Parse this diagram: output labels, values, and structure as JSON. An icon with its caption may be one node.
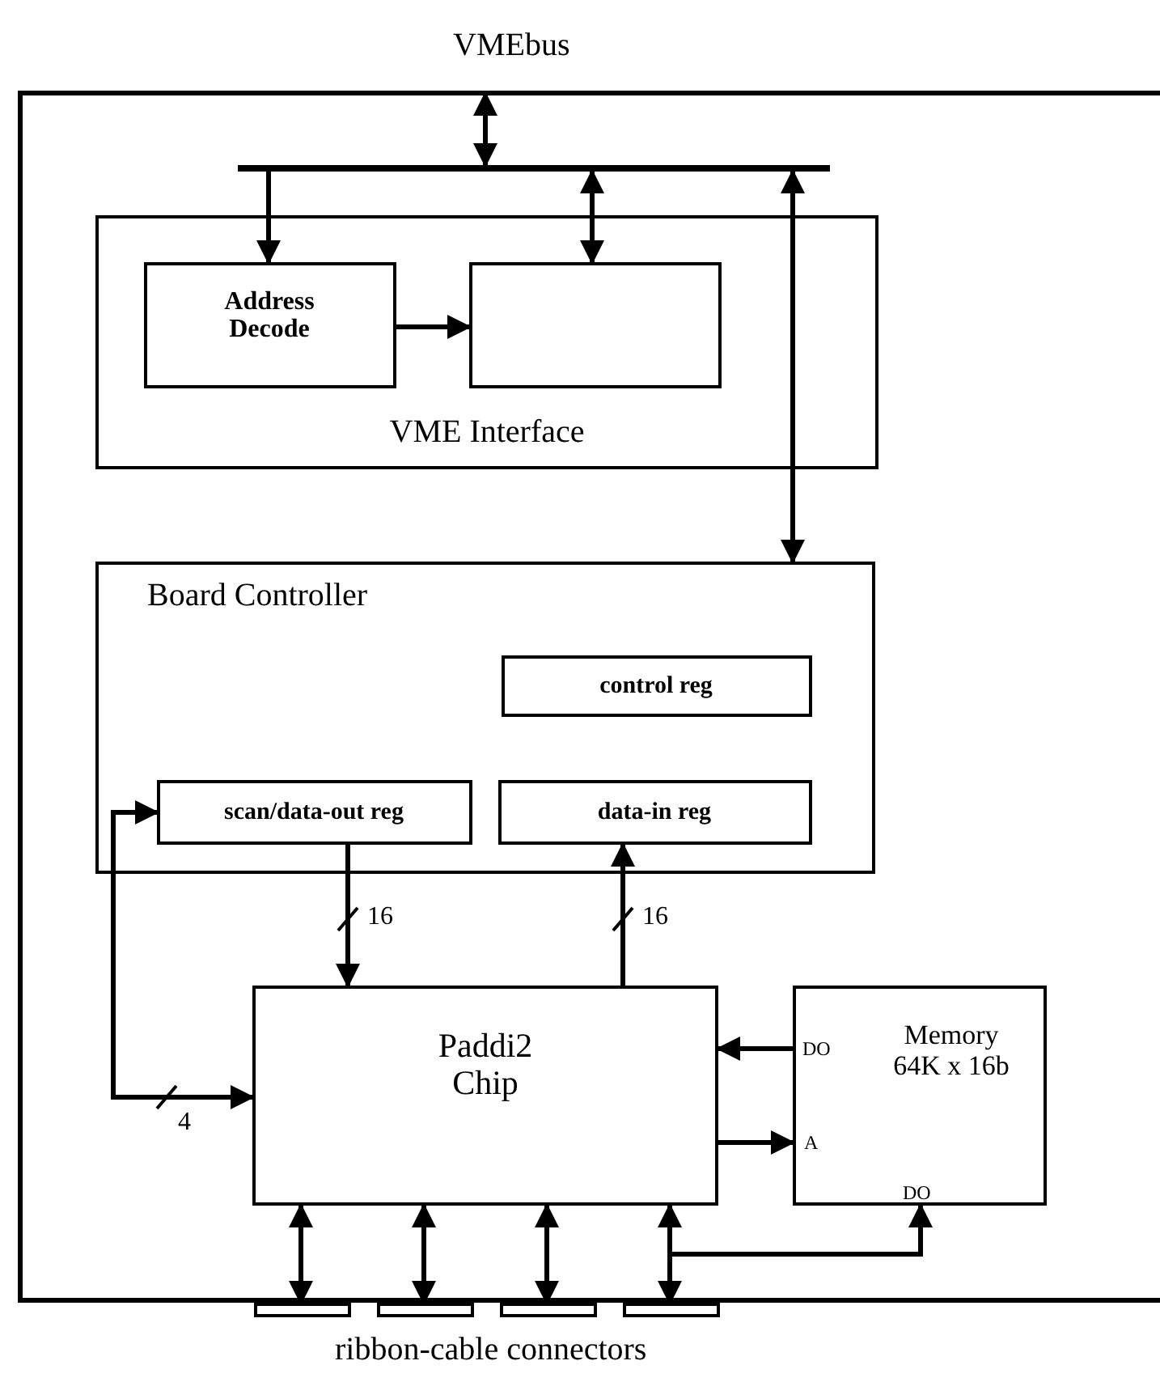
{
  "diagram": {
    "nodes": [
      {
        "text": [],
        "shape": "box"
      },
      {
        "text": [],
        "shape": "bar",
        "in": 0
      },
      {
        "text": [
          "VME Interface"
        ],
        "in": 0
      },
      {
        "text": [
          "Address Decode"
        ],
        "in": 2
      },
      {
        "text": [],
        "shape": "box",
        "in": 2
      },
      {
        "text": [
          "Board Controller"
        ],
        "in": 0
      },
      {
        "text": [
          "control reg"
        ],
        "in": 5
      },
      {
        "text": [
          "scan/data-out reg"
        ],
        "in": 5
      },
      {
        "text": [
          "data-in reg"
        ],
        "in": 5
      },
      {
        "text": [
          "Paddi2 Chip"
        ],
        "in": 0
      },
      {
        "text": [
          "Memory 64K x 16b"
        ],
        "in": 0
      },
      {
        "text": [],
        "shape": "box"
      },
      {
        "text": [],
        "shape": "box"
      },
      {
        "text": [],
        "shape": "box"
      },
      {
        "text": [],
        "shape": "box"
      }
    ],
    "edges": [
      {
        "from": null,
        "to": 1,
        "arrow": "both"
      },
      {
        "from": 1,
        "to": 3,
        "arrow": "to"
      },
      {
        "from": 1,
        "to": 4,
        "arrow": "both"
      },
      {
        "from": 3,
        "to": 4,
        "arrow": "to"
      },
      {
        "from": 1,
        "to": 5,
        "arrow": "both"
      },
      {
        "from": 7,
        "to": 9,
        "arrow": "to",
        "label": "16"
      },
      {
        "from": 9,
        "to": 8,
        "arrow": "to",
        "label": "16"
      },
      {
        "from": 7,
        "to": 9,
        "arrow": "both",
        "label": "4"
      },
      {
        "from": 10,
        "to": 9,
        "arrow": "to"
      },
      {
        "from": 9,
        "to": 10,
        "arrow": "to"
      },
      {
        "from": 9,
        "to": 11,
        "arrow": "both"
      },
      {
        "from": 9,
        "to": 12,
        "arrow": "both"
      },
      {
        "from": 9,
        "to": 13,
        "arrow": "both"
      },
      {
        "from": 9,
        "to": 14,
        "arrow": "both"
      },
      {
        "from": 9,
        "to": 10,
        "arrow": "to"
      }
    ],
    "labels": [
      "VMEbus",
      "DO",
      "A",
      "DO",
      "ribbon-cable connectors"
    ]
  }
}
